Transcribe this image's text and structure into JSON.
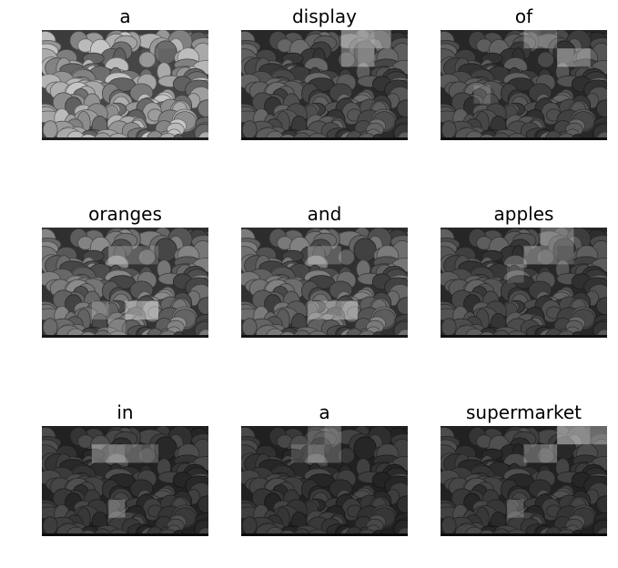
{
  "panels": [
    {
      "word": "a",
      "highlight": [
        [
          7,
          0,
          0.1
        ],
        [
          8,
          0,
          0.1
        ],
        [
          6,
          1,
          0.1
        ]
      ],
      "brightness": 1.0
    },
    {
      "word": "display",
      "highlight": [
        [
          6,
          0,
          0.7
        ],
        [
          7,
          0,
          0.8
        ],
        [
          8,
          0,
          0.6
        ],
        [
          7,
          1,
          0.7
        ],
        [
          6,
          1,
          0.5
        ]
      ],
      "brightness": 0.55
    },
    {
      "word": "of",
      "highlight": [
        [
          5,
          0,
          0.5
        ],
        [
          6,
          0,
          0.4
        ],
        [
          7,
          1,
          0.7
        ],
        [
          8,
          1,
          0.5
        ],
        [
          2,
          3,
          0.3
        ]
      ],
      "brightness": 0.5
    },
    {
      "word": "oranges",
      "highlight": [
        [
          4,
          1,
          0.5
        ],
        [
          5,
          1,
          0.4
        ],
        [
          6,
          1,
          0.3
        ],
        [
          5,
          4,
          0.7
        ],
        [
          6,
          4,
          0.8
        ],
        [
          3,
          4,
          0.4
        ],
        [
          4,
          5,
          0.3
        ]
      ],
      "brightness": 0.7
    },
    {
      "word": "and",
      "highlight": [
        [
          4,
          1,
          0.5
        ],
        [
          5,
          1,
          0.4
        ],
        [
          5,
          4,
          0.6
        ],
        [
          6,
          4,
          0.7
        ],
        [
          4,
          4,
          0.5
        ]
      ],
      "brightness": 0.65
    },
    {
      "word": "apples",
      "highlight": [
        [
          6,
          0,
          0.5
        ],
        [
          7,
          0,
          0.5
        ],
        [
          5,
          1,
          0.6
        ],
        [
          6,
          1,
          0.5
        ],
        [
          7,
          1,
          0.4
        ],
        [
          4,
          2,
          0.3
        ]
      ],
      "brightness": 0.5
    },
    {
      "word": "in",
      "highlight": [
        [
          3,
          1,
          0.6
        ],
        [
          4,
          1,
          0.7
        ],
        [
          5,
          1,
          0.5
        ],
        [
          6,
          1,
          0.4
        ],
        [
          4,
          4,
          0.5
        ]
      ],
      "brightness": 0.4
    },
    {
      "word": "a",
      "highlight": [
        [
          4,
          0,
          0.3
        ],
        [
          5,
          0,
          0.5
        ],
        [
          4,
          1,
          0.6
        ],
        [
          5,
          1,
          0.4
        ],
        [
          3,
          1,
          0.3
        ]
      ],
      "brightness": 0.38
    },
    {
      "word": "supermarket",
      "highlight": [
        [
          7,
          0,
          0.8
        ],
        [
          8,
          0,
          0.8
        ],
        [
          9,
          0,
          0.6
        ],
        [
          5,
          1,
          0.5
        ],
        [
          6,
          1,
          0.6
        ],
        [
          4,
          4,
          0.4
        ]
      ],
      "brightness": 0.4
    }
  ]
}
